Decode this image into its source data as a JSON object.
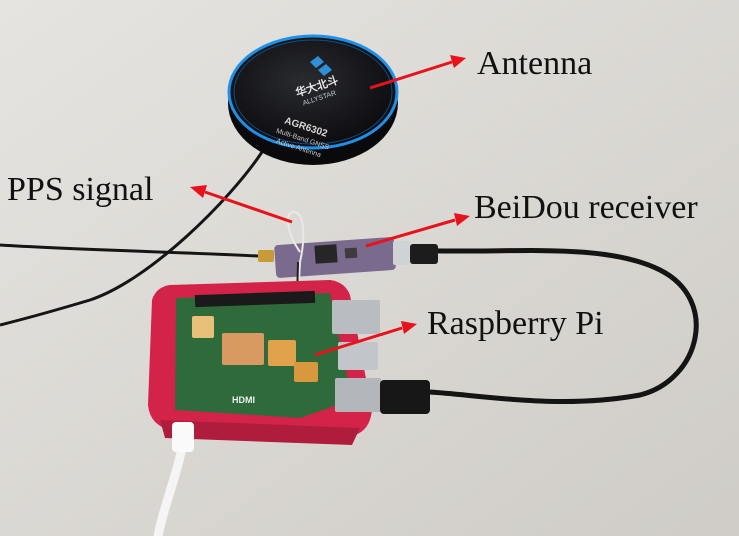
{
  "annotations": {
    "antenna": "Antenna",
    "pps_signal": "PPS signal",
    "beidou_receiver": "BeiDou receiver",
    "raspberry_pi": "Raspberry Pi"
  },
  "antenna_print": {
    "brand_cn": "华大北斗",
    "brand": "ALLYSTAR",
    "model": "AGR6302",
    "line1": "Multi-Band GNSS",
    "line2": "Active Antenna"
  },
  "board_print": {
    "hdmi": "HDMI"
  },
  "colors": {
    "arrow": "#e8121c",
    "case": "#d42349",
    "antenna_ring": "#1e90e8",
    "receiver_board": "#7a6a8e"
  }
}
